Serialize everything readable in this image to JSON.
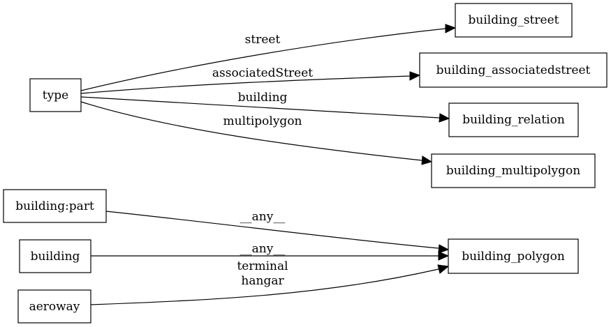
{
  "nodes": {
    "type": "type",
    "building_part": "building:part",
    "building": "building",
    "aeroway": "aeroway",
    "building_street": "building_street",
    "building_associatedstreet": "building_associatedstreet",
    "building_relation": "building_relation",
    "building_multipolygon": "building_multipolygon",
    "building_polygon": "building_polygon"
  },
  "edges": [
    {
      "from": "type",
      "to": "building_street",
      "label": "street"
    },
    {
      "from": "type",
      "to": "building_associatedstreet",
      "label": "associatedStreet"
    },
    {
      "from": "type",
      "to": "building_relation",
      "label": "building"
    },
    {
      "from": "type",
      "to": "building_multipolygon",
      "label": "multipolygon"
    },
    {
      "from": "building:part",
      "to": "building_polygon",
      "label": "__any__"
    },
    {
      "from": "building",
      "to": "building_polygon",
      "label": "__any__"
    },
    {
      "from": "aeroway",
      "to": "building_polygon",
      "label_lines": [
        "terminal",
        "hangar"
      ]
    }
  ]
}
